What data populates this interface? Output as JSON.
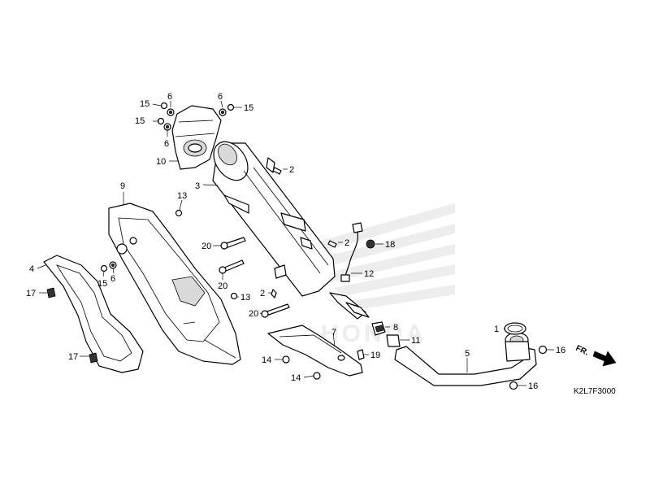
{
  "diagram": {
    "code": "K2L7F3000",
    "direction_label": "FR.",
    "watermark_text": "HONDA",
    "parts": [
      {
        "key": "p1",
        "no": "1",
        "part": "gasket"
      },
      {
        "key": "p2a",
        "no": "2",
        "part": "clip"
      },
      {
        "key": "p2b",
        "no": "2",
        "part": "clip"
      },
      {
        "key": "p2c",
        "no": "2",
        "part": "clip"
      },
      {
        "key": "p3",
        "no": "3",
        "part": "muffler"
      },
      {
        "key": "p4",
        "no": "4",
        "part": "protector"
      },
      {
        "key": "p5",
        "no": "5",
        "part": "exhaust-pipe"
      },
      {
        "key": "p6a",
        "no": "6",
        "part": "grommet"
      },
      {
        "key": "p6b",
        "no": "6",
        "part": "grommet"
      },
      {
        "key": "p6c",
        "no": "6",
        "part": "grommet"
      },
      {
        "key": "p6d",
        "no": "6",
        "part": "grommet"
      },
      {
        "key": "p7",
        "no": "7",
        "part": "pipe-protector"
      },
      {
        "key": "p8",
        "no": "8",
        "part": "clamp"
      },
      {
        "key": "p9",
        "no": "9",
        "part": "muffler-protector"
      },
      {
        "key": "p10",
        "no": "10",
        "part": "end-cap-cover"
      },
      {
        "key": "p11",
        "no": "11",
        "part": "gasket"
      },
      {
        "key": "p12",
        "no": "12",
        "part": "o2-sensor"
      },
      {
        "key": "p13a",
        "no": "13",
        "part": "nut"
      },
      {
        "key": "p13b",
        "no": "13",
        "part": "nut"
      },
      {
        "key": "p14a",
        "no": "14",
        "part": "bolt"
      },
      {
        "key": "p14b",
        "no": "14",
        "part": "bolt"
      },
      {
        "key": "p15a",
        "no": "15",
        "part": "screw"
      },
      {
        "key": "p15b",
        "no": "15",
        "part": "screw"
      },
      {
        "key": "p15c",
        "no": "15",
        "part": "screw"
      },
      {
        "key": "p15d",
        "no": "15",
        "part": "screw"
      },
      {
        "key": "p16a",
        "no": "16",
        "part": "nut"
      },
      {
        "key": "p16b",
        "no": "16",
        "part": "nut"
      },
      {
        "key": "p17a",
        "no": "17",
        "part": "clip"
      },
      {
        "key": "p17b",
        "no": "17",
        "part": "clip"
      },
      {
        "key": "p18",
        "no": "18",
        "part": "cap-nut"
      },
      {
        "key": "p19",
        "no": "19",
        "part": "stud-bolt"
      },
      {
        "key": "p20a",
        "no": "20",
        "part": "bolt"
      },
      {
        "key": "p20b",
        "no": "20",
        "part": "bolt"
      },
      {
        "key": "p20c",
        "no": "20",
        "part": "bolt"
      }
    ]
  }
}
